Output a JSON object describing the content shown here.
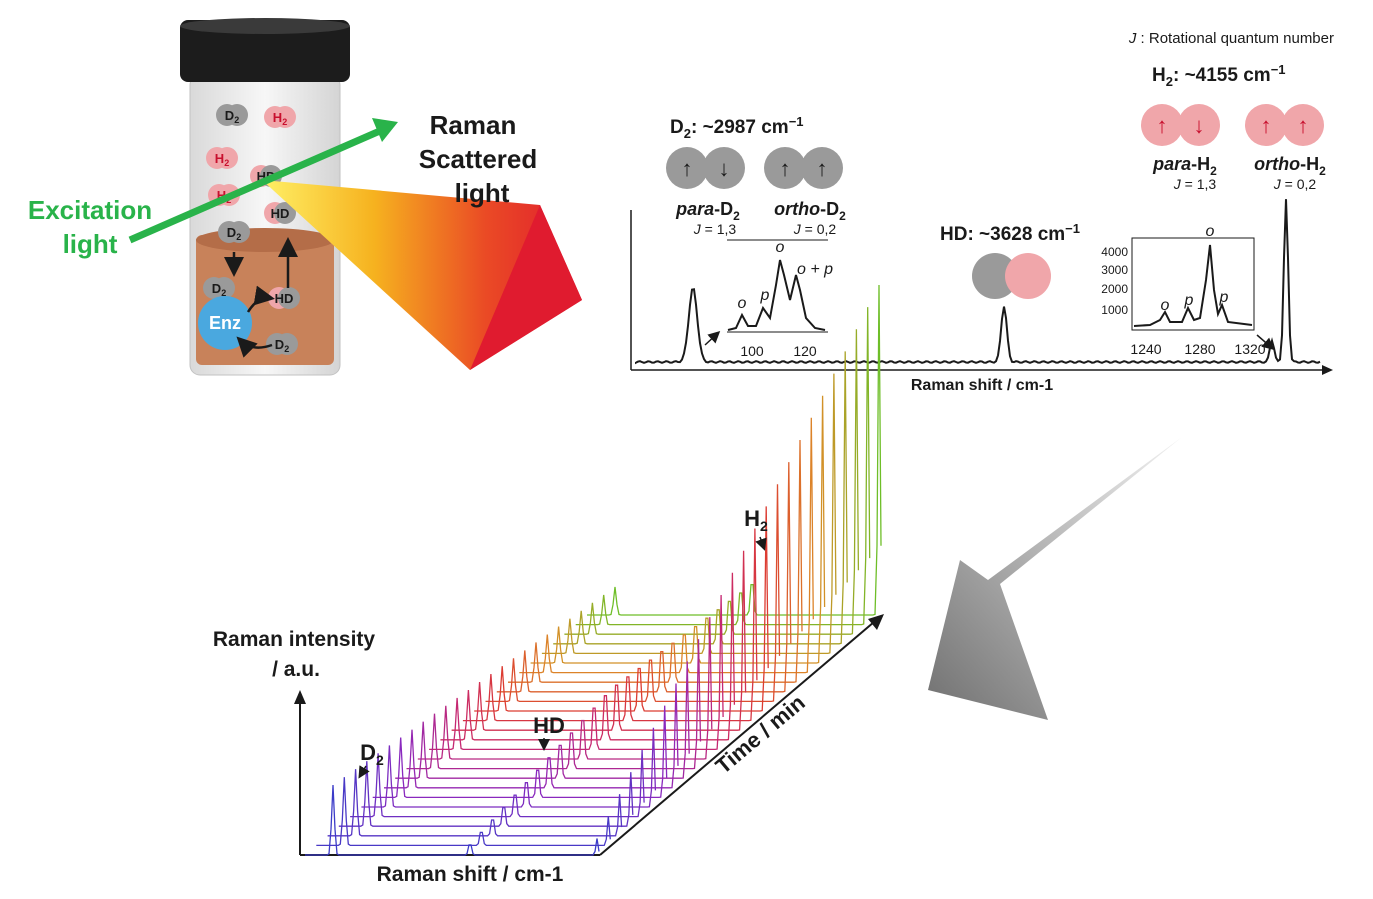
{
  "vial": {
    "molecules": [
      "D2",
      "H2",
      "H2",
      "HD",
      "H2",
      "HD",
      "D2",
      "D2",
      "HD",
      "D2"
    ],
    "enzyme": "Enz"
  },
  "labels": {
    "excitation_line1": "Excitation",
    "excitation_line2": "light",
    "raman_line1": "Raman",
    "raman_line2": "Scattered",
    "raman_line3": "light",
    "j_note": "J : Rotational quantum number",
    "d2_header": "D2: ~2987 cm−1",
    "hd_header": "HD: ~3628 cm−1",
    "h2_header": "H2: ~4155 cm−1",
    "para_d2": "para-D2",
    "ortho_d2": "ortho-D2",
    "para_h2": "para-H2",
    "ortho_h2": "ortho-H2",
    "j13_d2": "J = 1,3",
    "j02_d2": "J = 0,2",
    "j13_h2": "J = 1,3",
    "j02_h2": "J = 0,2",
    "spectrum_xlabel": "Raman shift / cm-1",
    "inset_d2_ticks": [
      "100",
      "120"
    ],
    "inset_h2_ticks": [
      "1240",
      "1280",
      "1320"
    ],
    "inset_h2_yticks": [
      "4000",
      "3000",
      "2000",
      "1000"
    ],
    "peak_o": "o",
    "peak_p": "p",
    "peak_op": "o + p",
    "waterfall_ylabel_line1": "Raman intensity",
    "waterfall_ylabel_line2": "/ a.u.",
    "waterfall_xlabel": "Raman shift / cm-1",
    "waterfall_time": "Time / min",
    "wf_d2": "D2",
    "wf_hd": "HD",
    "wf_h2": "H2"
  },
  "colors": {
    "excitation": "#29b34a",
    "h2_pink": "#f0a6aa",
    "gray_mol": "#9a9a9a",
    "enzyme": "#4aa8df",
    "liquid": "#c8825a",
    "arrow_red": "#e01b2f"
  },
  "waterfall": {
    "count": 26,
    "d2_start": 0.02,
    "d2_end": 0.02,
    "hd_start": 0.1,
    "hd_peak": 0.45,
    "hd_end": 0.3,
    "h2_start": 0.05,
    "h2_end": 1.0
  }
}
